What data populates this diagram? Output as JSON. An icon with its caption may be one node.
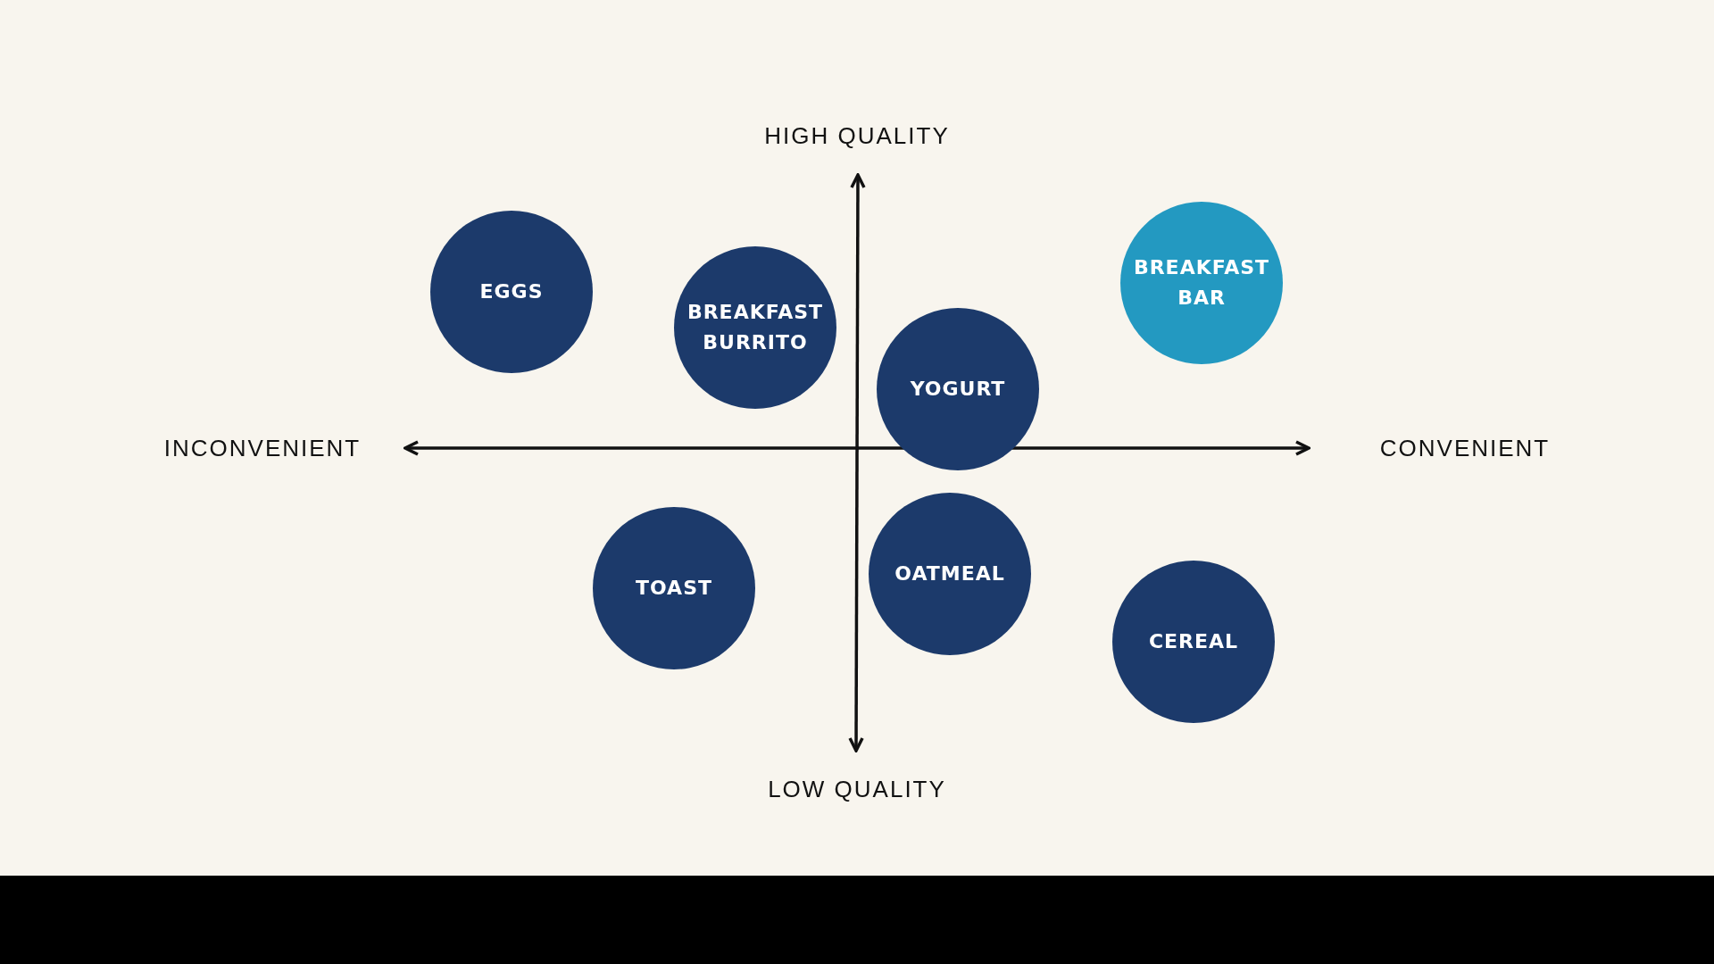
{
  "diagram": {
    "nodes": [
      {
        "text": [
          "EGGS"
        ]
      },
      {
        "text": [
          "BREAKFAST BURRITO"
        ]
      },
      {
        "text": [
          "YOGURT"
        ]
      },
      {
        "text": [
          "BREAKFAST BAR"
        ]
      },
      {
        "text": [
          "TOAST"
        ]
      },
      {
        "text": [
          "OATMEAL"
        ]
      },
      {
        "text": [
          "CEREAL"
        ]
      }
    ],
    "edges": [],
    "labels": [
      "HIGH QUALITY",
      "INCONVENIENT",
      "CONVENIENT",
      "LOW QUALITY"
    ]
  }
}
